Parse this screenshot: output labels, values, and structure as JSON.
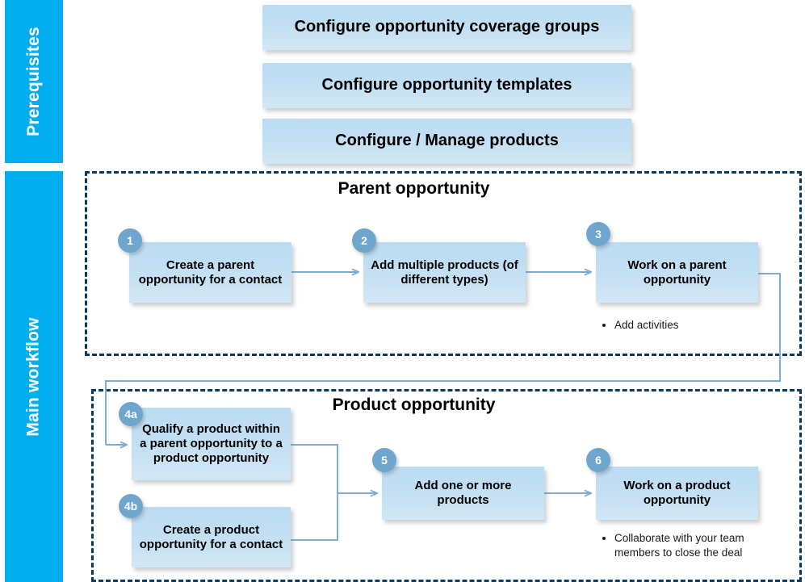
{
  "bands": [
    {
      "id": "prerequisites",
      "label": "Prerequisites",
      "color": "#00AEEF"
    },
    {
      "id": "main-workflow",
      "label": "Main workflow",
      "color": "#00AEEF"
    }
  ],
  "prerequisites": {
    "boxes": [
      {
        "label": "Configure opportunity coverage groups"
      },
      {
        "label": "Configure opportunity templates"
      },
      {
        "label": "Configure / Manage products"
      }
    ]
  },
  "groups": [
    {
      "id": "parent",
      "title": "Parent opportunity"
    },
    {
      "id": "product",
      "title": "Product opportunity"
    }
  ],
  "steps": {
    "s1": {
      "number": "1",
      "label": "Create a parent opportunity for a contact"
    },
    "s2": {
      "number": "2",
      "label": "Add multiple products (of different types)"
    },
    "s3": {
      "number": "3",
      "label": "Work on a parent opportunity"
    },
    "s4a": {
      "number": "4a",
      "label": "Qualify a product within a parent opportunity to a product opportunity"
    },
    "s4b": {
      "number": "4b",
      "label": "Create a product opportunity for a contact"
    },
    "s5": {
      "number": "5",
      "label": "Add one or more products"
    },
    "s6": {
      "number": "6",
      "label": "Work on a product opportunity"
    }
  },
  "notes": {
    "n3": {
      "items": [
        "Add activities"
      ]
    },
    "n6": {
      "items": [
        "Collaborate with your team members to close the deal"
      ]
    }
  },
  "colors": {
    "band": "#00AEEF",
    "box_top": "#BCDCF3",
    "box_bottom": "#D2E7F3",
    "badge": "#6FA6CD",
    "dashed_border": "#0C3A5C",
    "connector": "#7FACD0",
    "text": "#000000"
  }
}
